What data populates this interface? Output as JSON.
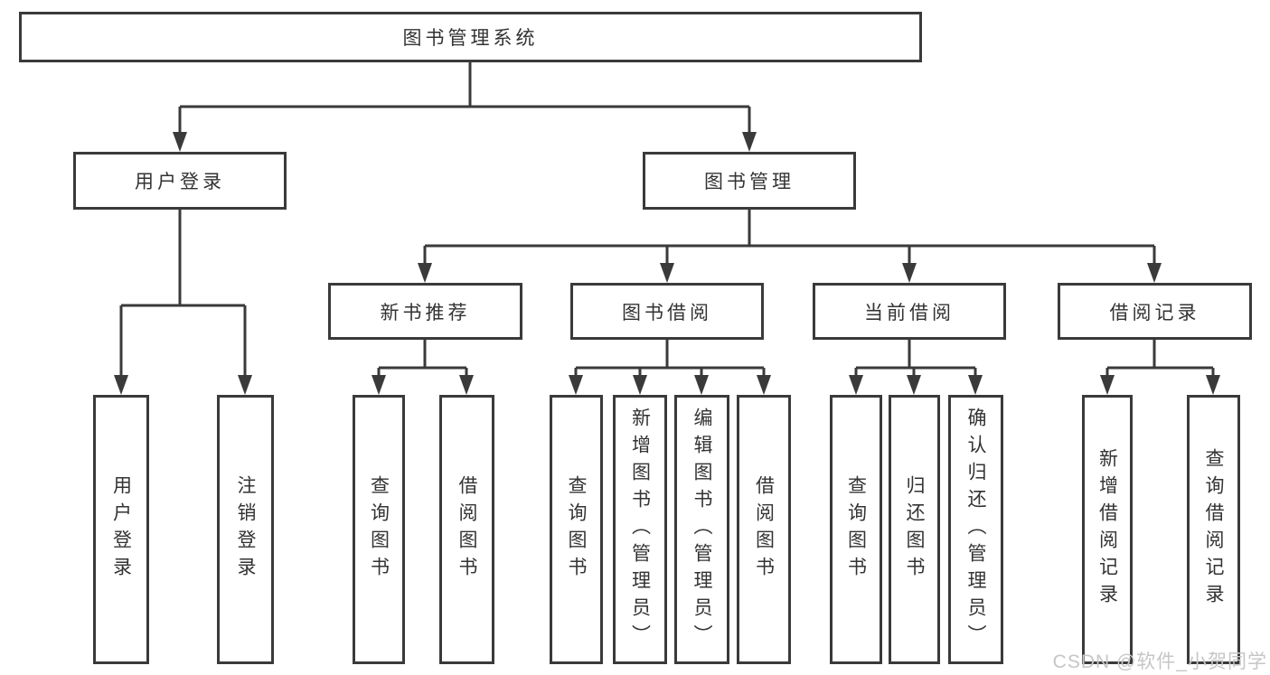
{
  "diagram": {
    "root": {
      "label": "图书管理系统"
    },
    "level2": [
      {
        "label": "用户登录"
      },
      {
        "label": "图书管理"
      }
    ],
    "level3": [
      {
        "label": "新书推荐"
      },
      {
        "label": "图书借阅"
      },
      {
        "label": "当前借阅"
      },
      {
        "label": "借阅记录"
      }
    ],
    "leaves": {
      "user_login": [
        {
          "label": "用户登录"
        },
        {
          "label": "注销登录"
        }
      ],
      "new_books": [
        {
          "label": "查询图书"
        },
        {
          "label": "借阅图书"
        }
      ],
      "book_borrow": [
        {
          "label": "查询图书"
        },
        {
          "label": "新增图书（管理员）"
        },
        {
          "label": "编辑图书（管理员）"
        },
        {
          "label": "借阅图书"
        }
      ],
      "current_borrow": [
        {
          "label": "查询图书"
        },
        {
          "label": "归还图书"
        },
        {
          "label": "确认归还（管理员）"
        }
      ],
      "borrow_records": [
        {
          "label": "新增借阅记录"
        },
        {
          "label": "查询借阅记录"
        }
      ]
    }
  },
  "watermark": {
    "text": "CSDN @软件_小贺同学",
    "color": "#c6c6c6"
  },
  "colors": {
    "line": "#3a3a3a",
    "text": "#333333",
    "background": "#ffffff",
    "box_fill": "#ffffff"
  }
}
